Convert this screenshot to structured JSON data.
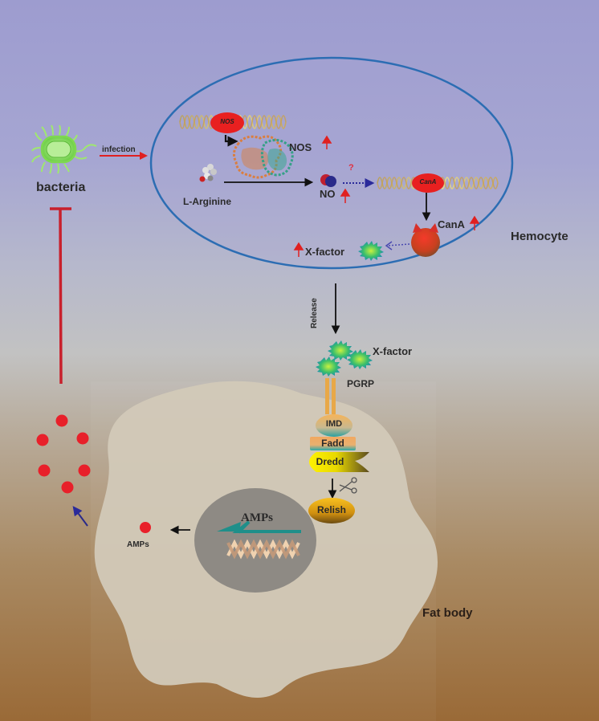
{
  "diagram": {
    "title_regions": {
      "hemocyte": "Hemocyte",
      "fat_body": "Fat body"
    },
    "hemocyte": {
      "bacteria_label": "bacteria",
      "infection_label": "infection",
      "nos_gene_label": "NOS",
      "nos_protein_label": "NOS",
      "l_arginine_label": "L-Arginine",
      "no_label": "NO",
      "question_mark": "?",
      "cana_gene_label": "CanA",
      "cana_protein_label": "CanA",
      "x_factor_label": "X-factor"
    },
    "extracellular": {
      "release_label": "Release",
      "x_factor_label": "X-factor",
      "pgrp_label": "PGRP"
    },
    "fat_body": {
      "pathway": [
        "IMD",
        "Fadd",
        "Dredd",
        "Relish"
      ],
      "nucleus_amps_label": "AMPs",
      "secreted_amps_label": "AMPs"
    },
    "indicators": {
      "upregulated": [
        "NOS",
        "NO",
        "CanA",
        "X-factor"
      ]
    },
    "colors": {
      "hemocyte_membrane": "#2c6db3",
      "inhibition": "#c8202c",
      "up_arrow": "#e02020",
      "amp": "#e8202a",
      "nucleus": "#8e8a84",
      "fat_body_cell": "#d2c9b8",
      "bacteria": "#8fe36a",
      "x_factor": "#2fb08a"
    }
  }
}
